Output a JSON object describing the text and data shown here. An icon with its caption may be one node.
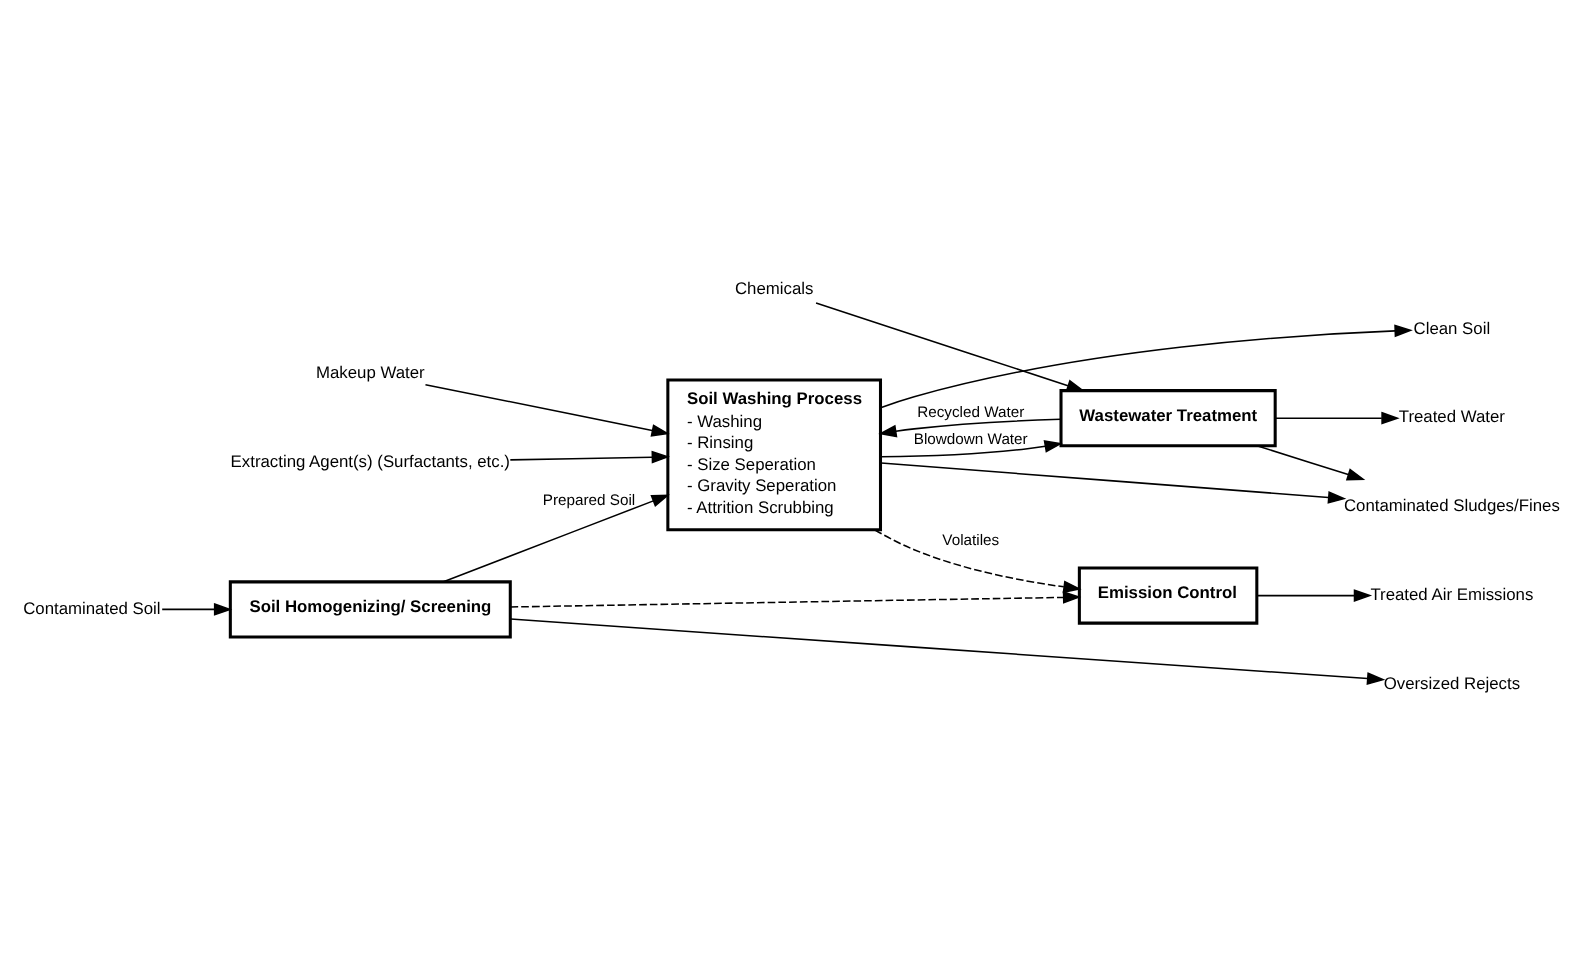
{
  "diagram": {
    "nodes": [
      {
        "text": [
          "Contaminated Soil"
        ]
      },
      {
        "text": [
          "Soil Homogenizing/ Screening"
        ]
      },
      {
        "text": [
          "Makeup Water"
        ]
      },
      {
        "text": [
          "Extracting Agent(s) (Surfactants, etc.)"
        ]
      },
      {
        "text": [
          "Soil Washing Process",
          "- Washing",
          "- Rinsing",
          "- Size Seperation",
          "- Gravity Seperation",
          "- Attrition Scrubbing"
        ]
      },
      {
        "text": [
          "Chemicals"
        ]
      },
      {
        "text": [
          "Wastewater Treatment"
        ]
      },
      {
        "text": [
          "Emission Control"
        ]
      },
      {
        "text": [
          "Treated Air Emissions"
        ]
      },
      {
        "text": [
          "Treated Water"
        ]
      },
      {
        "text": [
          "Contaminated Sludges/Fines"
        ]
      },
      {
        "text": [
          "Clean Soil"
        ]
      },
      {
        "text": [
          "Oversized Rejects"
        ]
      }
    ],
    "edges": [
      {
        "from": 0,
        "to": 1,
        "arrow": "to"
      },
      {
        "from": 1,
        "to": 4,
        "arrow": "to",
        "label": "Prepared Soil"
      },
      {
        "from": 2,
        "to": 4,
        "arrow": "to"
      },
      {
        "from": 3,
        "to": 4,
        "arrow": "to"
      },
      {
        "from": 1,
        "to": 7,
        "arrow": "to",
        "style": "dashed"
      },
      {
        "from": 4,
        "to": 7,
        "arrow": "to",
        "label": "Volatiles",
        "style": "dashed"
      },
      {
        "from": 7,
        "to": 8,
        "arrow": "to"
      },
      {
        "from": 6,
        "to": 4,
        "arrow": "to",
        "label": "Recycled Water"
      },
      {
        "from": 5,
        "to": 6,
        "arrow": "to"
      },
      {
        "from": 4,
        "to": 6,
        "arrow": "to",
        "label": "Blowdown Water"
      },
      {
        "from": 6,
        "to": 9,
        "arrow": "to"
      },
      {
        "from": 6,
        "to": 10,
        "arrow": "to"
      },
      {
        "from": 4,
        "to": 10,
        "arrow": "to"
      },
      {
        "from": 4,
        "to": 11,
        "arrow": "to"
      },
      {
        "from": 1,
        "to": 12,
        "arrow": "to"
      }
    ]
  }
}
